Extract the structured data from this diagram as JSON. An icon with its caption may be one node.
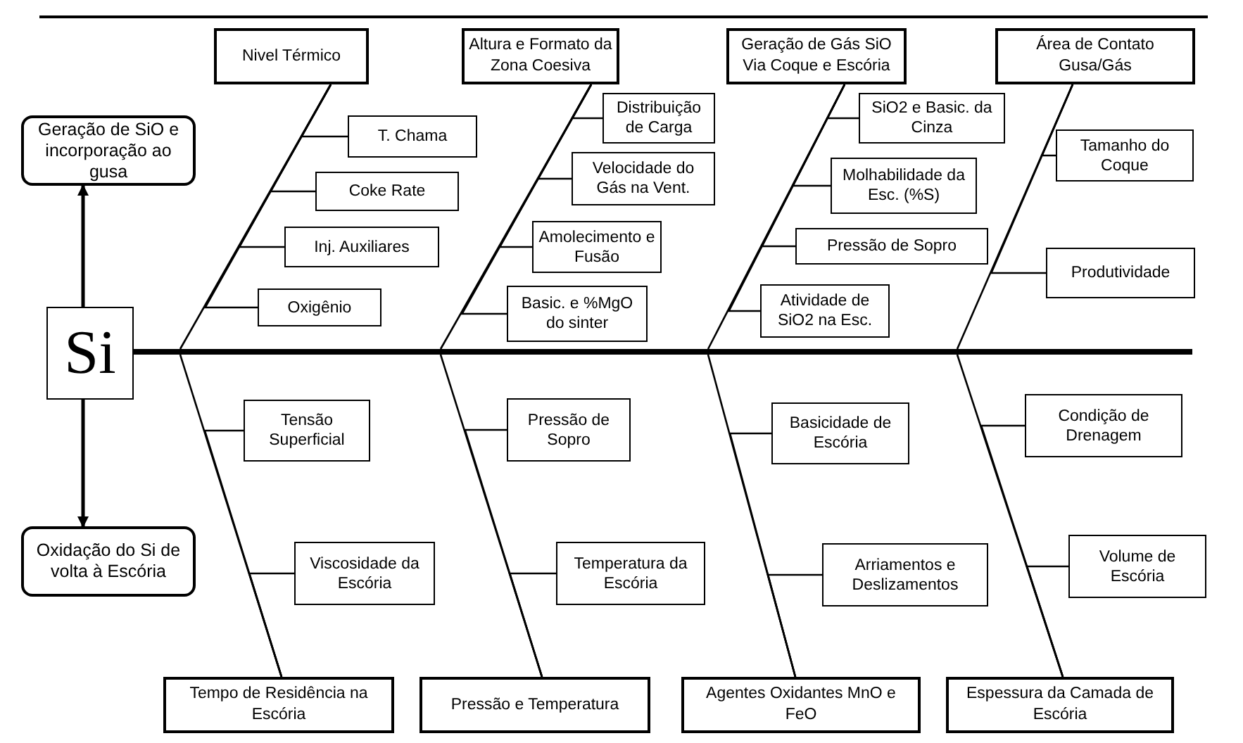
{
  "diagram": {
    "nodes": [
      {
        "text": [
          "Geração de SiO e incorporação ao gusa"
        ]
      },
      {
        "text": [
          "Si"
        ]
      },
      {
        "text": [
          "Oxidação do Si de volta à Escória"
        ]
      },
      {
        "text": [],
        "shape": "bar"
      },
      {
        "text": [
          "Nivel Térmico"
        ]
      },
      {
        "text": [
          "T. Chama"
        ]
      },
      {
        "text": [
          "Coke Rate"
        ]
      },
      {
        "text": [
          "Inj. Auxiliares"
        ]
      },
      {
        "text": [
          "Oxigênio"
        ]
      },
      {
        "text": [
          "Altura e Formato da Zona Coesiva"
        ]
      },
      {
        "text": [
          "Distribuição de Carga"
        ]
      },
      {
        "text": [
          "Velocidade do Gás na Vent."
        ]
      },
      {
        "text": [
          "Amolecimento e Fusão"
        ]
      },
      {
        "text": [
          "Basic. e %MgO do sinter"
        ]
      },
      {
        "text": [
          "Geração de Gás SiO Via Coque e Escória"
        ]
      },
      {
        "text": [
          "SiO2 e Basic. da Cinza"
        ]
      },
      {
        "text": [
          "Molhabilidade da Esc. (%S)"
        ]
      },
      {
        "text": [
          "Pressão de Sopro"
        ]
      },
      {
        "text": [
          "Atividade de SiO2 na Esc."
        ]
      },
      {
        "text": [
          "Área de Contato Gusa/Gás"
        ]
      },
      {
        "text": [
          "Tamanho do Coque"
        ]
      },
      {
        "text": [
          "Produtividade"
        ]
      },
      {
        "text": [
          "Tempo de Residência na Escória"
        ]
      },
      {
        "text": [
          "Tensão Superficial"
        ]
      },
      {
        "text": [
          "Viscosidade da Escória"
        ]
      },
      {
        "text": [
          "Pressão e Temperatura"
        ]
      },
      {
        "text": [
          "Pressão de Sopro"
        ]
      },
      {
        "text": [
          "Temperatura da Escória"
        ]
      },
      {
        "text": [
          "Agentes Oxidantes MnO e FeO"
        ]
      },
      {
        "text": [
          "Basicidade de Escória"
        ]
      },
      {
        "text": [
          "Arriamentos e Deslizamentos"
        ]
      },
      {
        "text": [
          "Espessura da Camada de Escória"
        ]
      },
      {
        "text": [
          "Condição de Drenagem"
        ]
      },
      {
        "text": [
          "Volume de Escória"
        ]
      }
    ],
    "edges": [
      {
        "from": 1,
        "to": 0,
        "arrow": "to"
      },
      {
        "from": 1,
        "to": 2,
        "arrow": "to"
      },
      {
        "from": 4,
        "to": 3,
        "arrow": "none"
      },
      {
        "from": 5,
        "to": 4,
        "arrow": "none"
      },
      {
        "from": 6,
        "to": 4,
        "arrow": "none"
      },
      {
        "from": 7,
        "to": 4,
        "arrow": "none"
      },
      {
        "from": 8,
        "to": 4,
        "arrow": "none"
      },
      {
        "from": 9,
        "to": 3,
        "arrow": "none"
      },
      {
        "from": 10,
        "to": 9,
        "arrow": "none"
      },
      {
        "from": 11,
        "to": 9,
        "arrow": "none"
      },
      {
        "from": 12,
        "to": 9,
        "arrow": "none"
      },
      {
        "from": 13,
        "to": 9,
        "arrow": "none"
      },
      {
        "from": 14,
        "to": 3,
        "arrow": "none"
      },
      {
        "from": 15,
        "to": 14,
        "arrow": "none"
      },
      {
        "from": 16,
        "to": 14,
        "arrow": "none"
      },
      {
        "from": 17,
        "to": 14,
        "arrow": "none"
      },
      {
        "from": 18,
        "to": 14,
        "arrow": "none"
      },
      {
        "from": 19,
        "to": 3,
        "arrow": "none"
      },
      {
        "from": 20,
        "to": 19,
        "arrow": "none"
      },
      {
        "from": 21,
        "to": 19,
        "arrow": "none"
      },
      {
        "from": 22,
        "to": 3,
        "arrow": "none"
      },
      {
        "from": 23,
        "to": 22,
        "arrow": "none"
      },
      {
        "from": 24,
        "to": 22,
        "arrow": "none"
      },
      {
        "from": 25,
        "to": 3,
        "arrow": "none"
      },
      {
        "from": 26,
        "to": 25,
        "arrow": "none"
      },
      {
        "from": 27,
        "to": 25,
        "arrow": "none"
      },
      {
        "from": 28,
        "to": 3,
        "arrow": "none"
      },
      {
        "from": 29,
        "to": 28,
        "arrow": "none"
      },
      {
        "from": 30,
        "to": 28,
        "arrow": "none"
      },
      {
        "from": 31,
        "to": 3,
        "arrow": "none"
      },
      {
        "from": 32,
        "to": 31,
        "arrow": "none"
      },
      {
        "from": 33,
        "to": 31,
        "arrow": "none"
      }
    ]
  }
}
